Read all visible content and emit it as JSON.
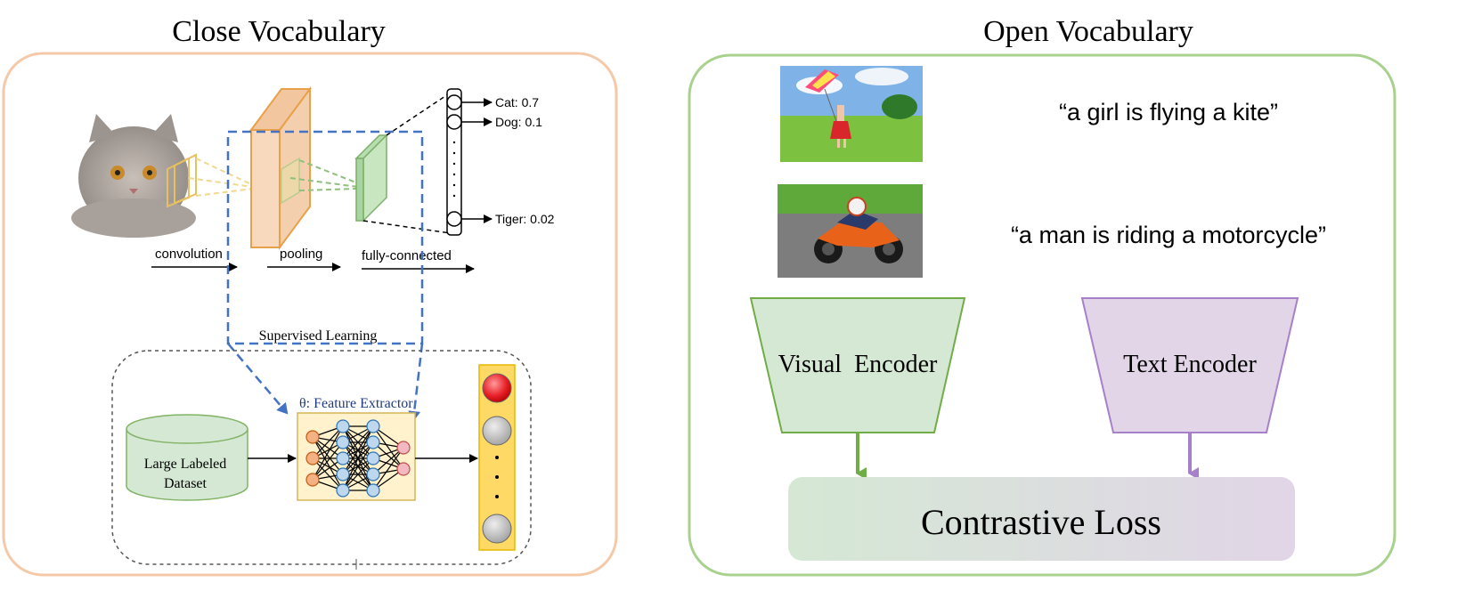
{
  "left_panel": {
    "title": "Close Vocabulary",
    "cnn": {
      "outputs": [
        "Cat: 0.7",
        "Dog: 0.1",
        "Tiger: 0.02"
      ],
      "stage_labels": [
        "convolution",
        "pooling",
        "fully-connected"
      ]
    },
    "supervised_label": "Supervised Learning",
    "feature_extractor_label": "θ: Feature Extractor",
    "dataset_label_line1": "Large Labeled",
    "dataset_label_line2": "Dataset"
  },
  "right_panel": {
    "title": "Open Vocabulary",
    "captions": [
      "“a girl is flying a kite”",
      "“a man is riding a motorcycle”"
    ],
    "visual_encoder_label": "Visual  Encoder",
    "text_encoder_label": "Text Encoder",
    "loss_label": "Contrastive Loss"
  },
  "colors": {
    "left_border": "#f5c9a8",
    "right_border": "#a9d18e",
    "visual_encoder_fill": "#d5e8d4",
    "visual_encoder_stroke": "#70ad47",
    "text_encoder_fill": "#e1d5e7",
    "text_encoder_stroke": "#a680c9",
    "supervised_dash": "#4472c4"
  }
}
